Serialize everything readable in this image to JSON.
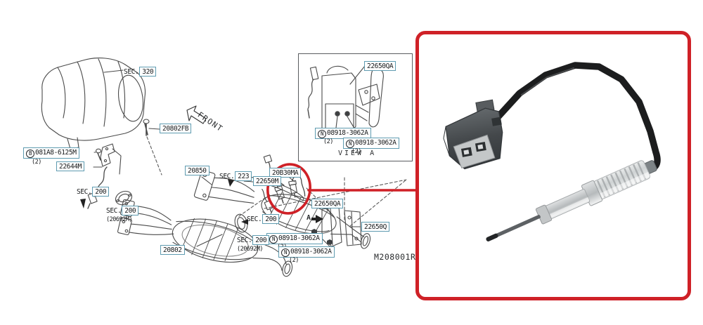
{
  "colors": {
    "highlight_red": "#cf2127",
    "label_border_blue": "#5e9bb0",
    "line_gray": "#4a4a4a"
  },
  "diagram": {
    "front_label": "FRONT",
    "drawing_number": "M208001R",
    "view_label": "VIEW A",
    "a_marker": "A",
    "sec_prefix": "SEC.",
    "sections": {
      "s320": "320",
      "s223": "223",
      "s200": "200",
      "s200_sub": "(20692M)"
    },
    "parts": {
      "p20802fb": "20802FB",
      "p22644m": "22644M",
      "p20850": "20850",
      "p20b30ma": "20B30MA",
      "p22650m": "22650M",
      "p22650qa": "22650QA",
      "p22650q": "22650Q",
      "p20802": "20802"
    },
    "hardware": {
      "bolt": {
        "symbol": "B",
        "number": "081A8-6125M",
        "qty": "(2)"
      },
      "nut": {
        "symbol": "N",
        "number": "08918-3062A",
        "qty": "(2)"
      }
    }
  },
  "photo": {
    "subject": "exhaust gas temperature sensor",
    "connector_color": "#4a4f52",
    "cable_color": "#1c1d1e",
    "metal_color": "#c7cbcc"
  }
}
